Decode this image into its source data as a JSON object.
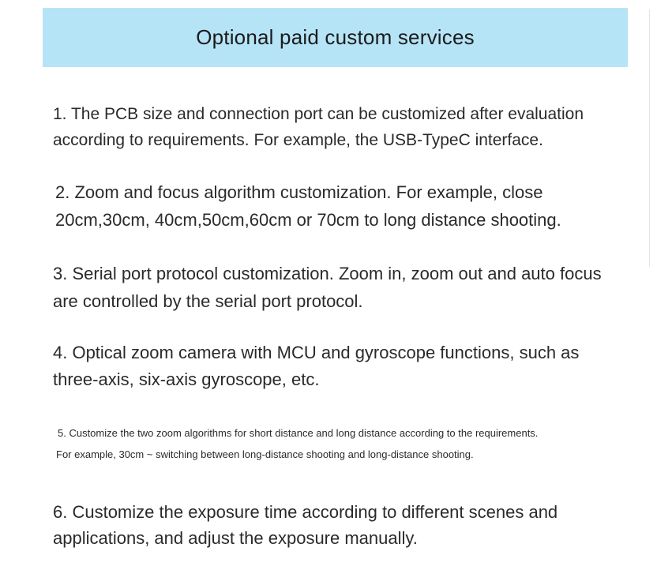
{
  "header": {
    "title": "Optional paid custom services"
  },
  "items": [
    "1. The PCB size and connection port can be customized after evaluation according to requirements. For example, the USB-TypeC interface.",
    "2. Zoom and focus algorithm customization. For example, close 20cm,30cm, 40cm,50cm,60cm or 70cm to long distance shooting.",
    "3. Serial port protocol customization. Zoom in, zoom out and auto focus are controlled by the serial port protocol.",
    "4. Optical zoom camera with MCU and gyroscope functions, such as three-axis, six-axis gyroscope, etc.",
    "5. Customize the two zoom algorithms for short distance and long distance according to the requirements.",
    "For example, 30cm ~ switching between long-distance shooting and long-distance shooting.",
    "6. Customize the exposure time according to different scenes and applications, and adjust the exposure manually."
  ],
  "colors": {
    "banner_background": "#b6e4f7",
    "text": "#2a2a2a"
  }
}
